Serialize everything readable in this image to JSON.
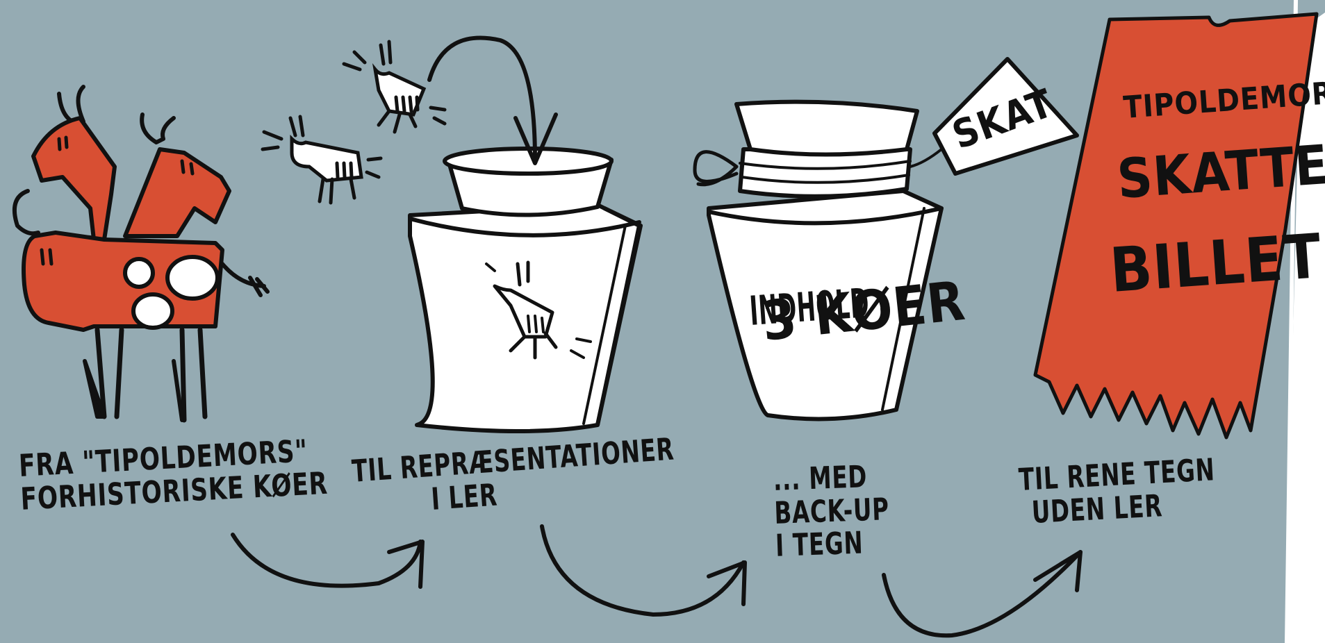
{
  "colors": {
    "background": "#95abb3",
    "clay_red": "#d84f33",
    "ink": "#111111",
    "white": "#ffffff"
  },
  "captions": {
    "step1": {
      "line1": "FRA \"TIPOLDEMORS\"",
      "line2": "FORHISTORISKE KØER"
    },
    "step2": {
      "line1": "TIL REPRÆSENTATIONER",
      "line2": "I LER"
    },
    "step3": {
      "line1": "... MED",
      "line2": "BACK-UP",
      "line3": "I TEGN"
    },
    "step4": {
      "line1": "TIL RENE TEGN",
      "line2": "UDEN LER"
    }
  },
  "jar_label": {
    "line1": "INDHOLD :",
    "line2": "3 KØER"
  },
  "tag_label": "SKAT",
  "ticket": {
    "line1": "TIPOLDEMORS",
    "line2": "SKATTE-",
    "line3": "BILLET"
  },
  "icons": [
    "cow-icon",
    "clay-jar-icon",
    "arrow-icon",
    "tag-icon",
    "ticket-icon"
  ]
}
